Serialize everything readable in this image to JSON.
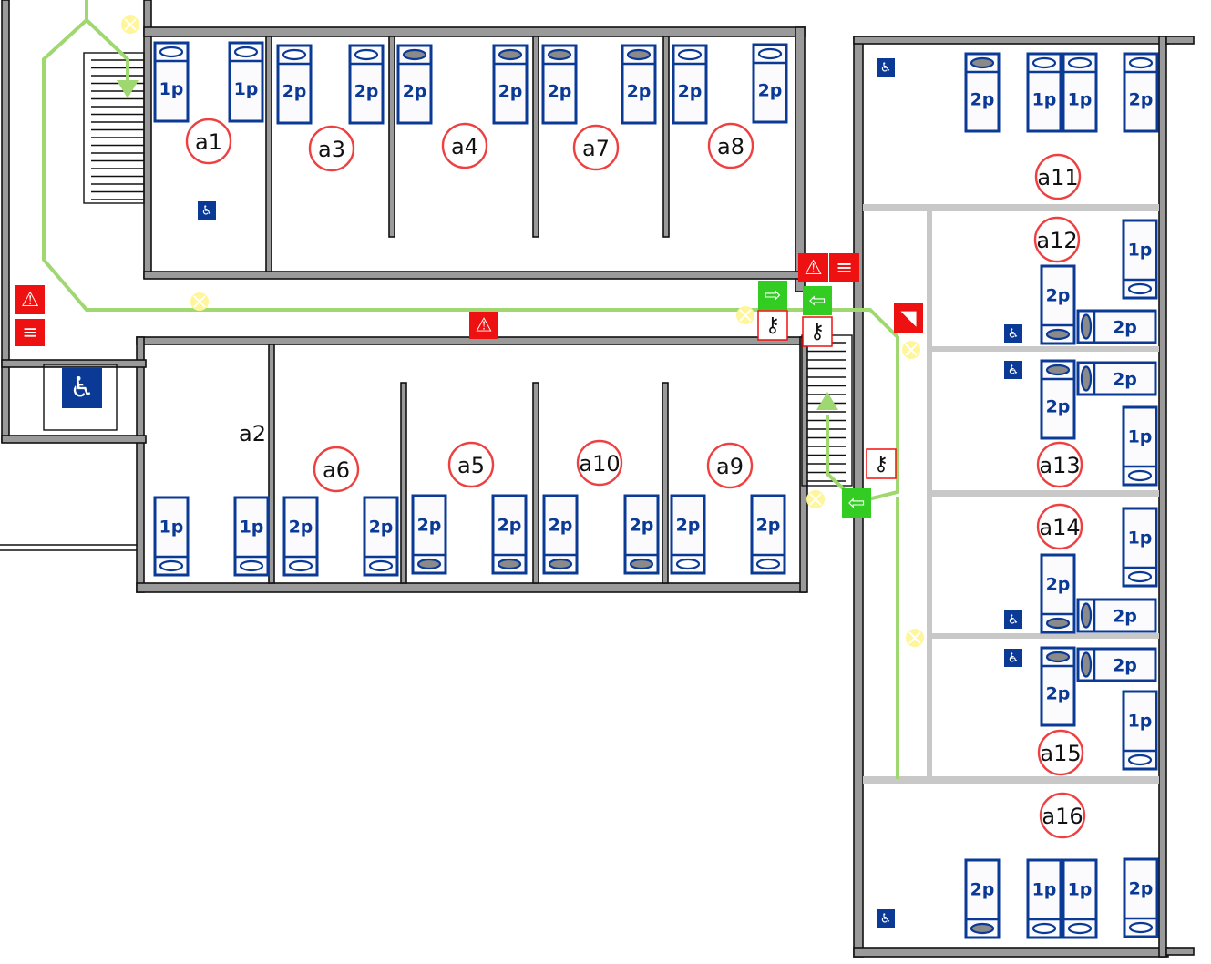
{
  "plan": {
    "title": "Floor plan with rooms a1–a16",
    "colors": {
      "bed_outline": "#0a3a96",
      "room_marker": "#ee4040",
      "evac_route": "#9fd870",
      "exit_sign": "#33cc22",
      "fire_equipment": "#ee1111",
      "emergency_light": "#fff59a",
      "accessibility": "#0a3a96"
    },
    "rooms": [
      {
        "id": "a1",
        "label": "a1",
        "beds": [
          "1p",
          "1p"
        ]
      },
      {
        "id": "a2",
        "label": "a2",
        "beds": [
          "1p",
          "1p"
        ]
      },
      {
        "id": "a3",
        "label": "a3",
        "beds": [
          "2p",
          "2p"
        ]
      },
      {
        "id": "a4",
        "label": "a4",
        "beds": [
          "2p",
          "2p"
        ]
      },
      {
        "id": "a5",
        "label": "a5",
        "beds": [
          "2p",
          "2p"
        ]
      },
      {
        "id": "a6",
        "label": "a6",
        "beds": [
          "2p",
          "2p"
        ]
      },
      {
        "id": "a7",
        "label": "a7",
        "beds": [
          "2p",
          "2p"
        ]
      },
      {
        "id": "a8",
        "label": "a8",
        "beds": [
          "2p",
          "2p"
        ]
      },
      {
        "id": "a9",
        "label": "a9",
        "beds": [
          "2p",
          "2p"
        ]
      },
      {
        "id": "a10",
        "label": "a10",
        "beds": [
          "2p",
          "2p"
        ]
      },
      {
        "id": "a11",
        "label": "a11",
        "beds": [
          "2p",
          "1p",
          "1p",
          "2p"
        ]
      },
      {
        "id": "a12",
        "label": "a12",
        "beds": [
          "1p",
          "2p",
          "2p"
        ]
      },
      {
        "id": "a13",
        "label": "a13",
        "beds": [
          "2p",
          "2p",
          "1p"
        ]
      },
      {
        "id": "a14",
        "label": "a14",
        "beds": [
          "1p",
          "2p",
          "2p"
        ]
      },
      {
        "id": "a15",
        "label": "a15",
        "beds": [
          "2p",
          "2p",
          "1p"
        ]
      },
      {
        "id": "a16",
        "label": "a16",
        "beds": [
          "2p",
          "1p",
          "1p",
          "2p"
        ]
      }
    ],
    "symbols": {
      "fire_extinguisher": "fire-extinguisher-icon",
      "fire_hose": "fire-hose-icon",
      "fire_alarm": "fire-alarm-icon",
      "exit_sign": "emergency-exit-icon",
      "key_box": "key-box-icon",
      "emergency_light": "emergency-light-icon",
      "accessible": "wheelchair-icon",
      "accessible_lift": "accessible-lift-icon"
    }
  }
}
